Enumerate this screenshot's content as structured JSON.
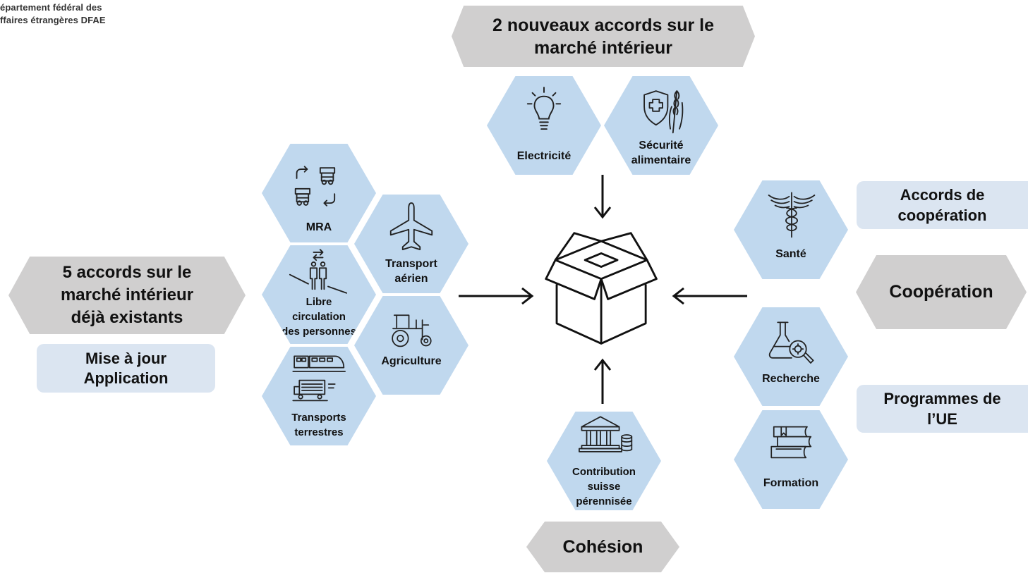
{
  "header": {
    "department_line1": "épartement fédéral des",
    "department_line2": "ffaires étrangères DFAE"
  },
  "banners": {
    "top": {
      "line1": "2 nouveaux accords sur le",
      "line2": "marché intérieur"
    },
    "left": {
      "line1": "5 accords sur le",
      "line2": "marché intérieur",
      "line3": "déjà existants"
    },
    "right": {
      "label": "Coopération"
    },
    "bottom": {
      "label": "Cohésion"
    }
  },
  "pills": {
    "left": {
      "line1": "Mise à jour",
      "line2": "Application"
    },
    "right_top": {
      "line1": "Accords de",
      "line2": "coopération"
    },
    "right_bottom": {
      "line1": "Programmes de",
      "line2": "l’UE"
    }
  },
  "hexes": {
    "electricite": {
      "line1": "Electricité",
      "icon": "lightbulb-icon"
    },
    "securite": {
      "line1": "Sécurité",
      "line2": "alimentaire",
      "icon": "shield-wheat-icon"
    },
    "mra": {
      "line1": "MRA",
      "icon": "product-exchange-icon"
    },
    "transport_aerien": {
      "line1": "Transport",
      "line2": "aérien",
      "icon": "airplane-icon"
    },
    "libre": {
      "line1": "Libre",
      "line2": "circulation",
      "line3": "des personnes",
      "icon": "people-crossing-icon"
    },
    "agriculture": {
      "line1": "Agriculture",
      "icon": "tractor-icon"
    },
    "transports_terrestres": {
      "line1": "Transports",
      "line2": "terrestres",
      "icon": "train-truck-icon"
    },
    "contribution": {
      "line1": "Contribution",
      "line2": "suisse",
      "line3": "pérennisée",
      "icon": "bank-coins-icon"
    },
    "sante": {
      "line1": "Santé",
      "icon": "caduceus-icon"
    },
    "recherche": {
      "line1": "Recherche",
      "icon": "flask-magnifier-icon"
    },
    "formation": {
      "line1": "Formation",
      "icon": "books-icon"
    }
  },
  "center": {
    "icon": "open-box-icon"
  },
  "colors": {
    "hex_blue": "#c0d8ee",
    "pill_blue": "#dbe5f1",
    "banner_grey": "#d0cfcf"
  }
}
